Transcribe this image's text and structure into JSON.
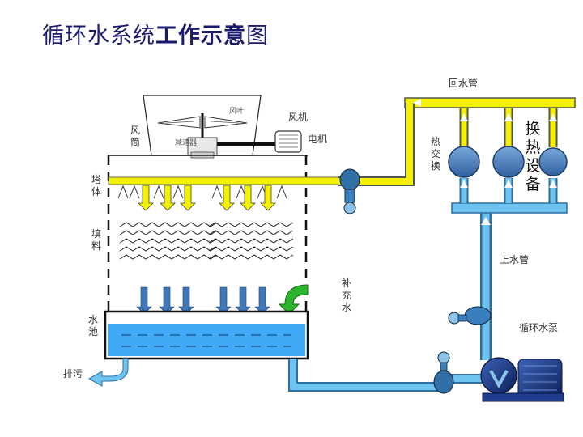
{
  "title": {
    "part1": "循环水系统",
    "part2": "工作示意",
    "part3": "图"
  },
  "labels": {
    "return_pipe": "回水管",
    "supply_pipe": "上水管",
    "pump": "循环水泵",
    "fan_blade": "风叶",
    "fan_motor_group": "风机",
    "motor": "电机",
    "reducer": "减速器",
    "air_duct": "风筒",
    "tower_body": "塔体",
    "fill": "填料",
    "makeup_water": "补充水",
    "basin": "水池",
    "drain": "排污",
    "heat_exchange_small": "热交换",
    "heat_exchange_device": "换热设备"
  },
  "colors": {
    "title": "#1a1a6e",
    "pipe_blue": "#6ec3ef",
    "pipe_yellow": "#f3f000",
    "water": "#3fa9f5",
    "exchanger": "#4f84c4",
    "pump": "#1d3c8f",
    "makeup_arrow": "#2db52d"
  }
}
